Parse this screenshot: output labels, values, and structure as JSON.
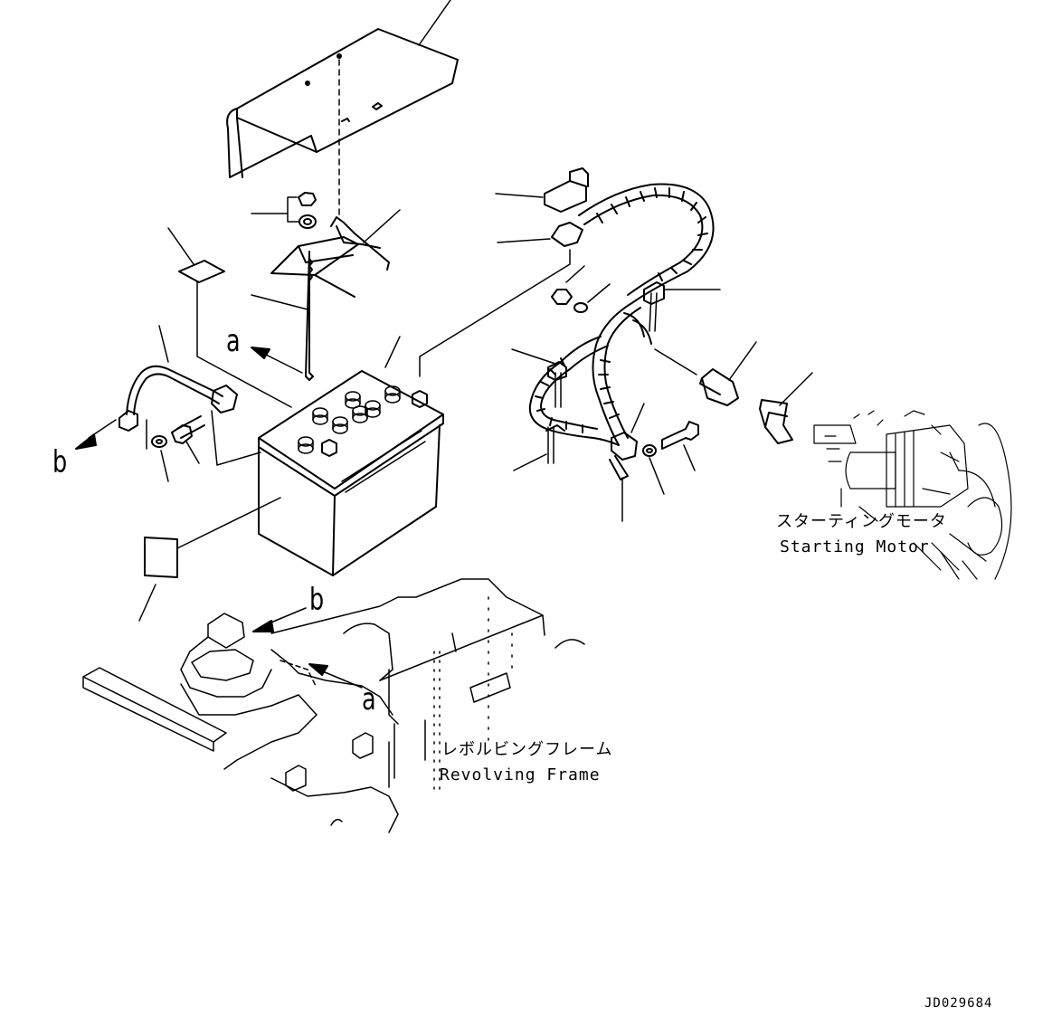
{
  "labels": {
    "starting_motor_jp": "スターティングモータ",
    "starting_motor_en": "Starting Motor",
    "revolving_frame_jp": "レボルビングフレーム",
    "revolving_frame_en": "Revolving Frame",
    "arrow_a": "a",
    "arrow_b": "b",
    "doc_id": "JD029684"
  },
  "colors": {
    "line": "#000000",
    "background": "#ffffff"
  }
}
